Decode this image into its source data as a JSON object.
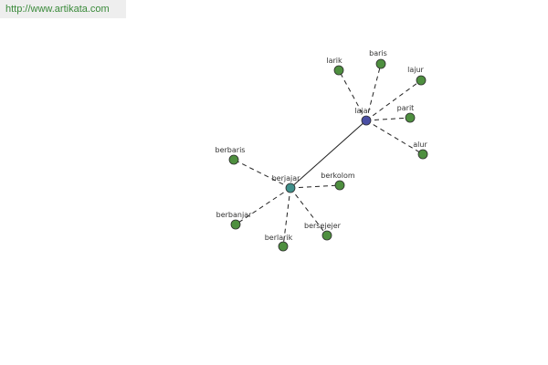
{
  "header": {
    "site_url": "http://www.artikata.com"
  },
  "graph": {
    "colors": {
      "hub_primary": "#4a4fa3",
      "hub_secondary": "#3f8f8a",
      "leaf": "#4e8f3f",
      "node_stroke": "#2d2d2d",
      "edge": "#222222"
    },
    "nodes": [
      {
        "id": "lajar",
        "label": "lajar",
        "kind": "hub_primary"
      },
      {
        "id": "berjajar",
        "label": "berjajar",
        "kind": "hub_secondary"
      },
      {
        "id": "larik",
        "label": "larik",
        "kind": "leaf"
      },
      {
        "id": "baris",
        "label": "baris",
        "kind": "leaf"
      },
      {
        "id": "lajur",
        "label": "lajur",
        "kind": "leaf"
      },
      {
        "id": "parit",
        "label": "parit",
        "kind": "leaf"
      },
      {
        "id": "alur",
        "label": "alur",
        "kind": "leaf"
      },
      {
        "id": "berbaris",
        "label": "berbaris",
        "kind": "leaf"
      },
      {
        "id": "berkolom",
        "label": "berkolom",
        "kind": "leaf"
      },
      {
        "id": "berbanjar",
        "label": "berbanjar",
        "kind": "leaf"
      },
      {
        "id": "berlarik",
        "label": "berlarik",
        "kind": "leaf"
      },
      {
        "id": "bersejejer",
        "label": "bersejejer",
        "kind": "leaf"
      }
    ],
    "edges": [
      {
        "from": "lajar",
        "to": "berjajar",
        "style": "solid"
      },
      {
        "from": "lajar",
        "to": "larik",
        "style": "dashed"
      },
      {
        "from": "lajar",
        "to": "baris",
        "style": "dashed"
      },
      {
        "from": "lajar",
        "to": "lajur",
        "style": "dashed"
      },
      {
        "from": "lajar",
        "to": "parit",
        "style": "dashed"
      },
      {
        "from": "lajar",
        "to": "alur",
        "style": "dashed"
      },
      {
        "from": "berjajar",
        "to": "berbaris",
        "style": "dashed"
      },
      {
        "from": "berjajar",
        "to": "berkolom",
        "style": "dashed"
      },
      {
        "from": "berjajar",
        "to": "berbanjar",
        "style": "dashed"
      },
      {
        "from": "berjajar",
        "to": "berlarik",
        "style": "dashed"
      },
      {
        "from": "berjajar",
        "to": "bersejejer",
        "style": "dashed"
      }
    ]
  }
}
